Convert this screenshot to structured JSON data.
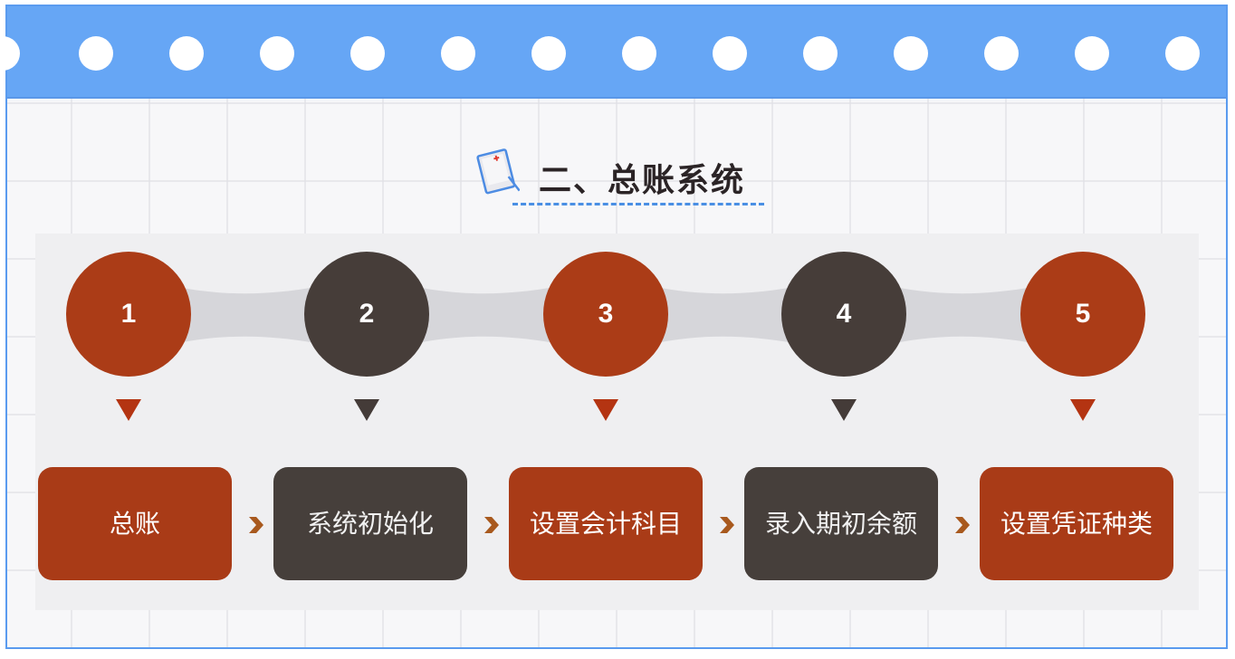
{
  "header": {
    "title": "二、总账系统",
    "icon": "clipboard-icon",
    "banner_dot_count": 14
  },
  "colors": {
    "banner_blue": "#66a6f5",
    "frame_border": "#5a9bef",
    "step_red": "#ab3c17",
    "step_dark": "#463d39",
    "chevron": "#a8591e",
    "underline_blue": "#4a8fe4"
  },
  "steps": [
    {
      "number": "1",
      "label": "总账",
      "color": "red"
    },
    {
      "number": "2",
      "label": "系统初始化",
      "color": "dark"
    },
    {
      "number": "3",
      "label": "设置会计科目",
      "color": "red"
    },
    {
      "number": "4",
      "label": "录入期初余额",
      "color": "dark"
    },
    {
      "number": "5",
      "label": "设置凭证种类",
      "color": "red"
    }
  ],
  "arrows": [
    "chevron-right-icon",
    "chevron-right-icon",
    "chevron-right-icon",
    "chevron-right-icon"
  ]
}
